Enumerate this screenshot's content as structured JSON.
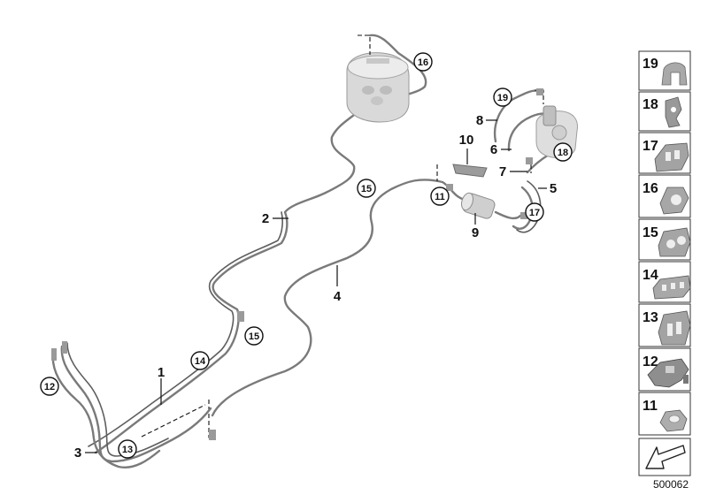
{
  "diagram_number": "500062",
  "main_labels": [
    {
      "id": "1",
      "text": "1"
    },
    {
      "id": "2",
      "text": "2"
    },
    {
      "id": "3",
      "text": "3"
    },
    {
      "id": "4",
      "text": "4"
    },
    {
      "id": "5",
      "text": "5"
    },
    {
      "id": "6",
      "text": "6"
    },
    {
      "id": "7",
      "text": "7"
    },
    {
      "id": "8",
      "text": "8"
    },
    {
      "id": "9",
      "text": "9"
    },
    {
      "id": "10",
      "text": "10"
    }
  ],
  "circled_labels": [
    {
      "id": "c16",
      "text": "16"
    },
    {
      "id": "c19",
      "text": "19"
    },
    {
      "id": "c18",
      "text": "18"
    },
    {
      "id": "c15a",
      "text": "15"
    },
    {
      "id": "c11",
      "text": "11"
    },
    {
      "id": "c17",
      "text": "17"
    },
    {
      "id": "c15b",
      "text": "15"
    },
    {
      "id": "c14",
      "text": "14"
    },
    {
      "id": "c12",
      "text": "12"
    },
    {
      "id": "c13",
      "text": "13"
    }
  ],
  "parts_legend": [
    {
      "number": "19"
    },
    {
      "number": "18"
    },
    {
      "number": "17"
    },
    {
      "number": "16"
    },
    {
      "number": "15"
    },
    {
      "number": "14"
    },
    {
      "number": "13"
    },
    {
      "number": "12"
    },
    {
      "number": "11"
    }
  ]
}
